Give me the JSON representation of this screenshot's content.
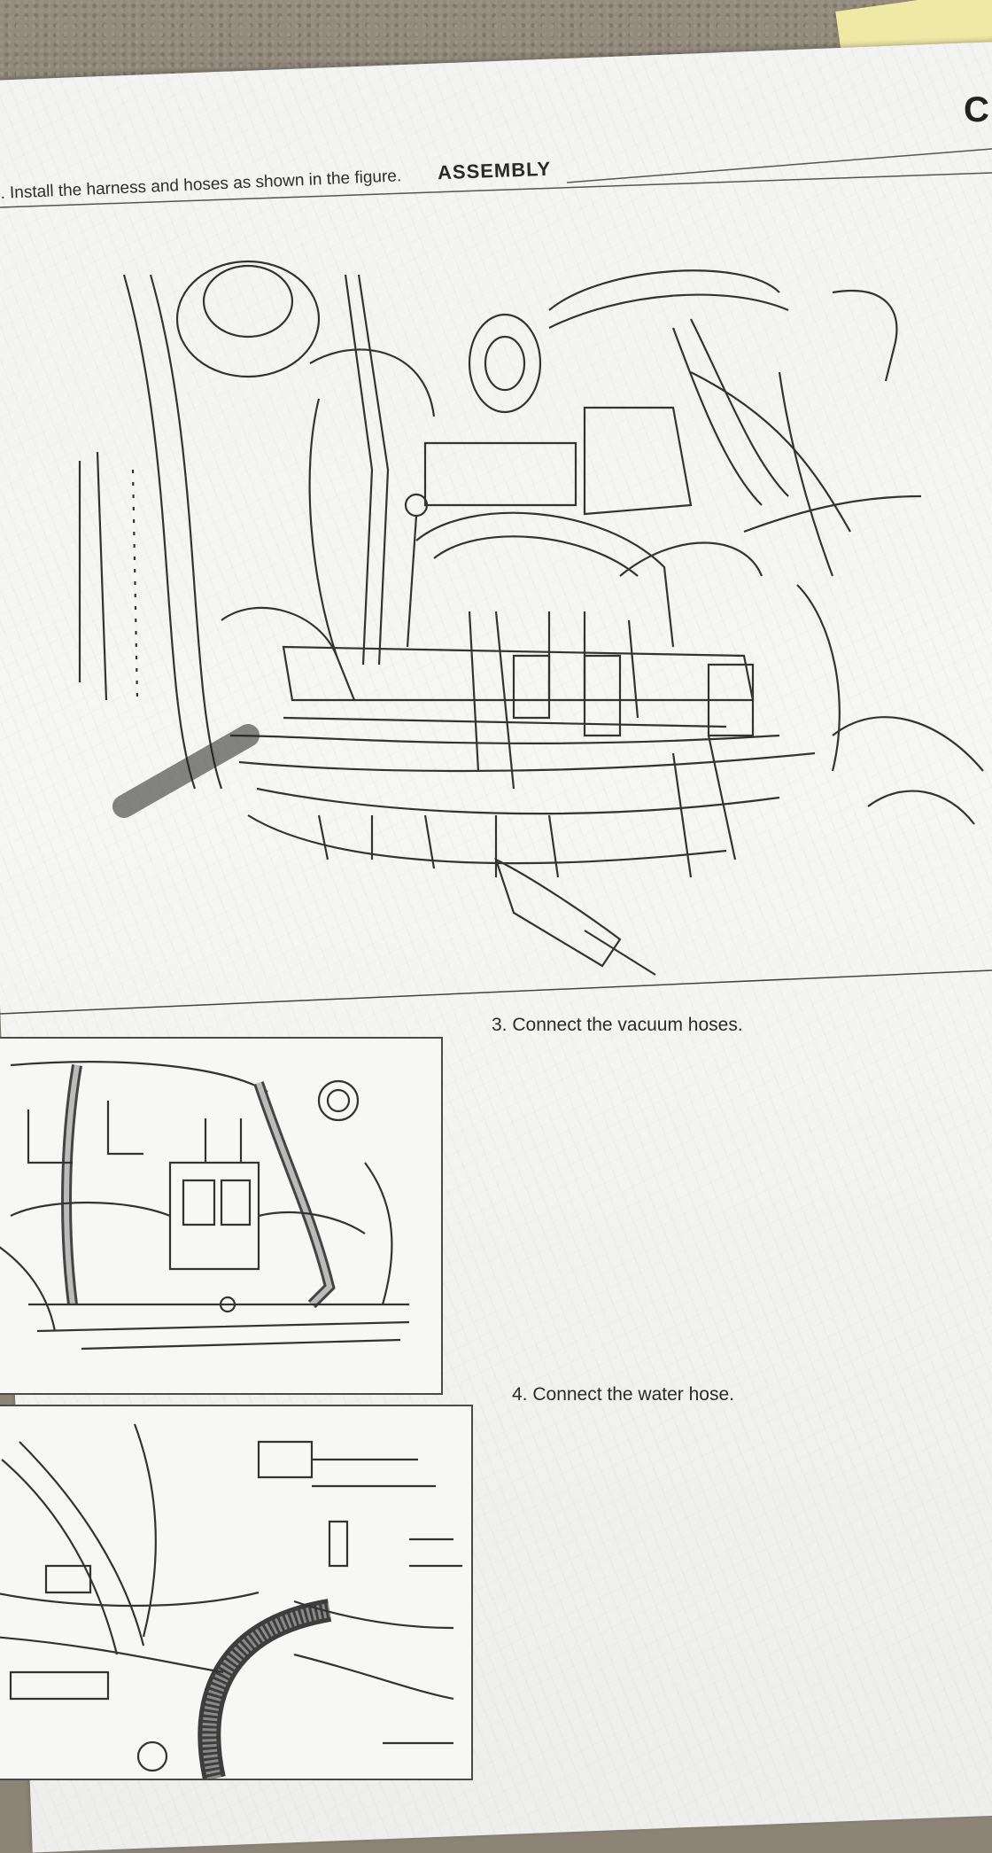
{
  "page_letter": "C",
  "section_title": "ASSEMBLY",
  "steps": [
    {
      "text": ". Install the harness and hoses as shown in the figure."
    },
    {
      "text": "3. Connect the vacuum hoses."
    },
    {
      "text": "4. Connect the water hose."
    }
  ],
  "figures": [
    {
      "name": "harness-and-hoses-figure"
    },
    {
      "name": "vacuum-hoses-figure"
    },
    {
      "name": "water-hose-figure"
    }
  ]
}
